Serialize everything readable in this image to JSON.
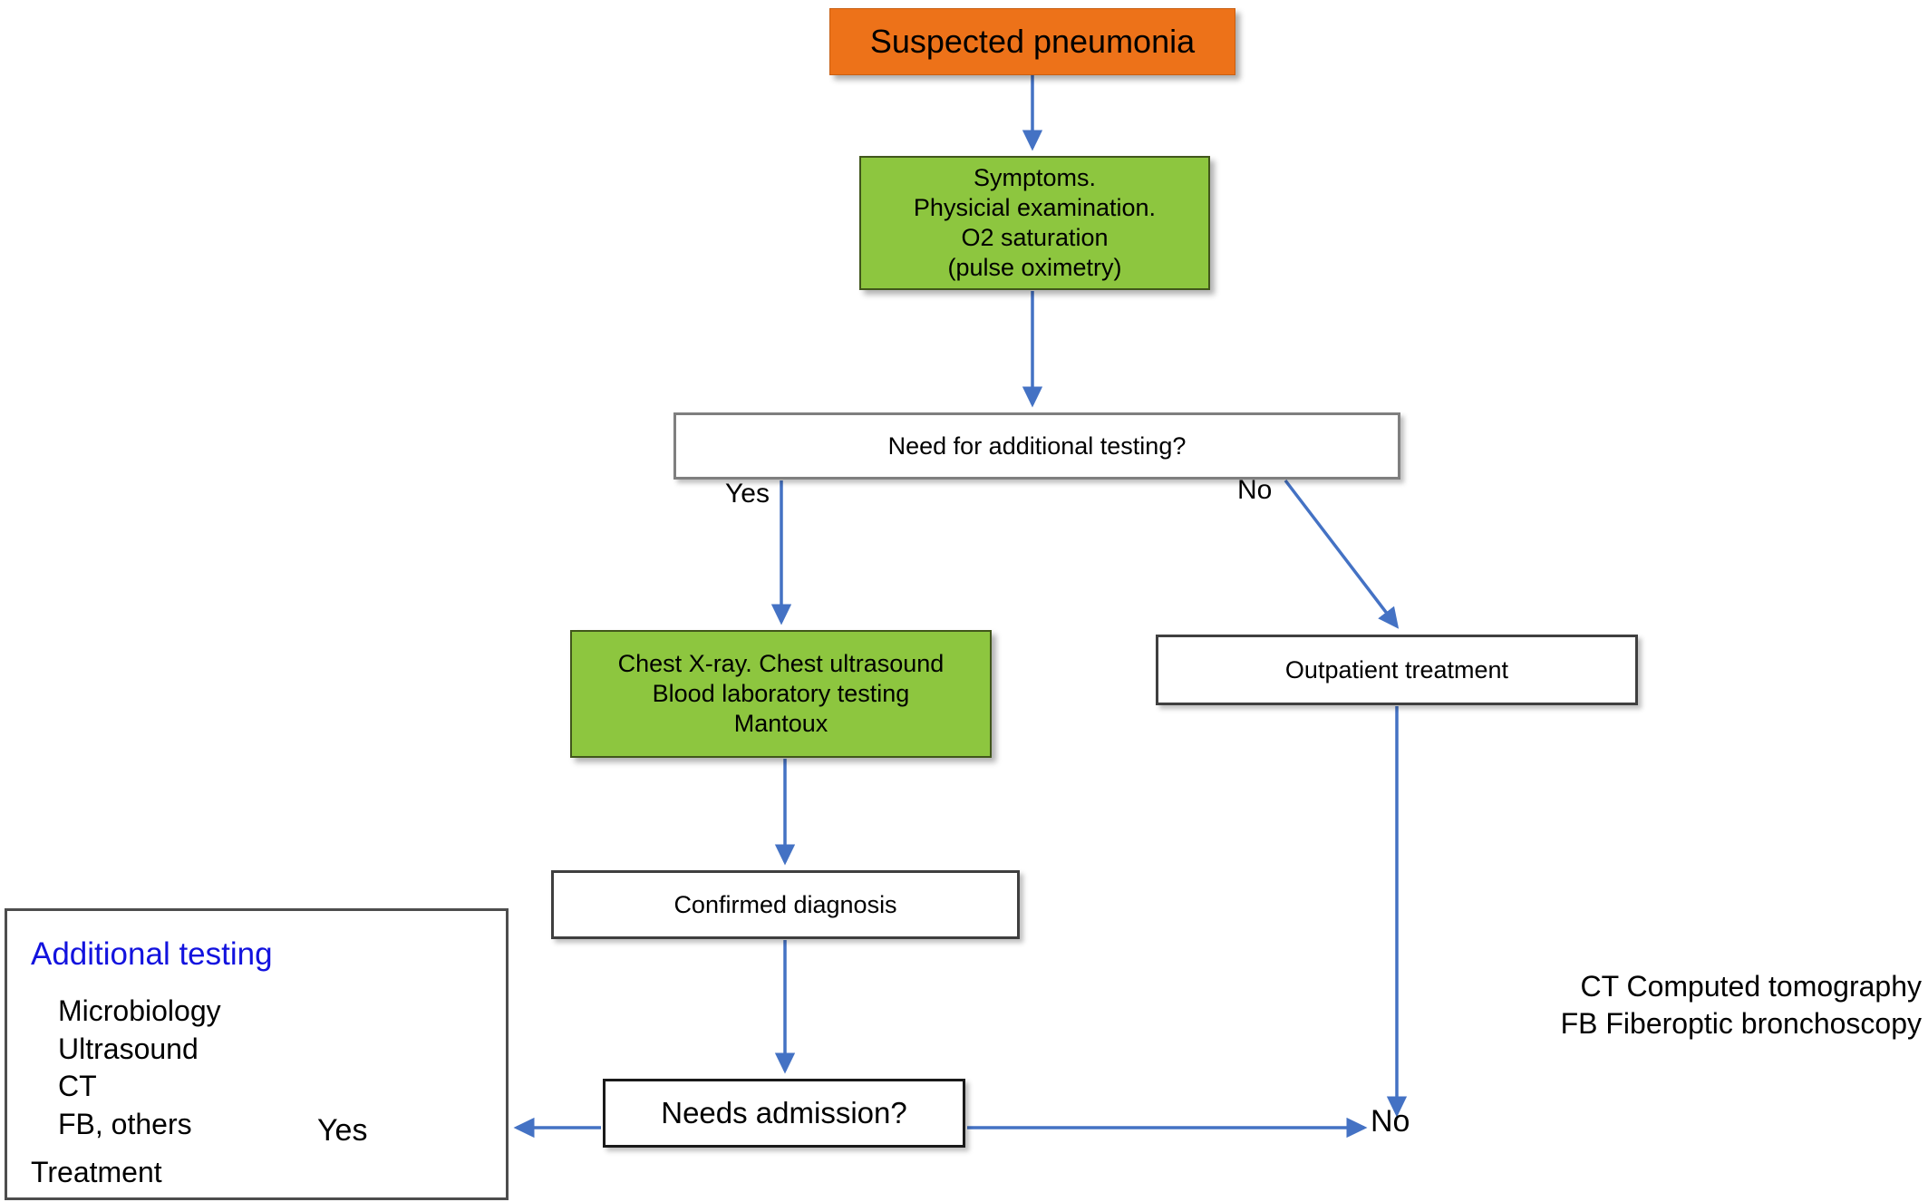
{
  "diagram": {
    "title": "Suspected pneumonia diagnostic flowchart",
    "colors": {
      "start_fill": "#ED7219",
      "process_fill": "#8DC63F",
      "plain_fill": "#FFFFFF",
      "arrow": "#4472C4",
      "panel_title": "#1212DE"
    },
    "nodes": {
      "suspected": "Suspected pneumonia",
      "assessment_line1": "Symptoms.",
      "assessment_line2": "Physicial examination.",
      "assessment_line3": "O2 saturation",
      "assessment_line4": "(pulse oximetry)",
      "need_testing": "Need for additional testing?",
      "tests_line1": "Chest X-ray. Chest ultrasound",
      "tests_line2": "Blood laboratory testing",
      "tests_line3": "Mantoux",
      "outpatient": "Outpatient treatment",
      "confirmed": "Confirmed diagnosis",
      "admission": "Needs admission?"
    },
    "edge_labels": {
      "testing_yes": "Yes",
      "testing_no": "No",
      "admission_yes": "Yes",
      "admission_no": "No"
    },
    "additional_panel": {
      "title": "Additional testing",
      "items": [
        "Microbiology",
        "Ultrasound",
        "CT",
        "FB, others"
      ],
      "treatment": "Treatment"
    },
    "legend": {
      "line1": "CT Computed tomography",
      "line2": "FB Fiberoptic bronchoscopy"
    }
  }
}
